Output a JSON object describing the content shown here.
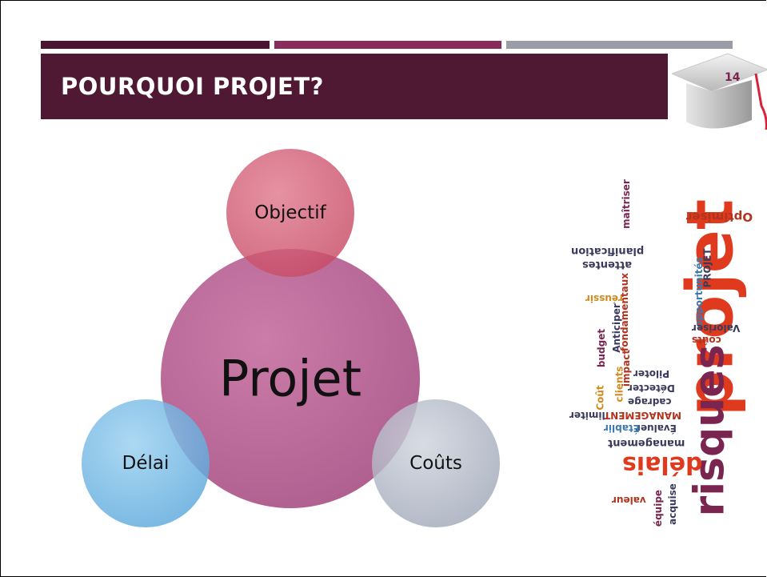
{
  "slide": {
    "title": "POURQUOI PROJET?",
    "page_number": "14"
  },
  "diagram": {
    "center": "Projet",
    "top": "Objectif",
    "left": "Délai",
    "right": "Coûts"
  },
  "colors": {
    "title_band": "#4f1833",
    "stripe_1": "#4a1530",
    "stripe_2": "#8a2b5e",
    "stripe_3": "#9a9ca6",
    "circle_center": "#b0518a",
    "circle_objectif": "#d35a74",
    "circle_delai": "#7bbde6",
    "circle_couts": "#b6bcc8"
  },
  "word_cloud": {
    "words": [
      {
        "text": "projet",
        "color": "#e03a1e",
        "rot": "-90"
      },
      {
        "text": "risques",
        "color": "#7a2450",
        "rot": "-90"
      },
      {
        "text": "délais",
        "color": "#e03a1e",
        "rot": "180"
      },
      {
        "text": "Optimiser",
        "color": "#b0341e",
        "rot": "180"
      },
      {
        "text": "maîtriser",
        "color": "#7a2450",
        "rot": "-90"
      },
      {
        "text": "planification",
        "color": "#3a3a5c",
        "rot": "180"
      },
      {
        "text": "attentes",
        "color": "#3a3a5c",
        "rot": "180"
      },
      {
        "text": "fondamentaux",
        "color": "#b0341e",
        "rot": "-90"
      },
      {
        "text": "opportunités",
        "color": "#3a7ab0",
        "rot": "-90"
      },
      {
        "text": "PROJET",
        "color": "#3a3a5c",
        "rot": "-90"
      },
      {
        "text": "réussir",
        "color": "#d08a1e",
        "rot": "180"
      },
      {
        "text": "Valoriser",
        "color": "#3a3a5c",
        "rot": "180"
      },
      {
        "text": "coûts",
        "color": "#b0341e",
        "rot": "180"
      },
      {
        "text": "Anticiper",
        "color": "#3a3a5c",
        "rot": "-90"
      },
      {
        "text": "budget",
        "color": "#7a2450",
        "rot": "-90"
      },
      {
        "text": "impact",
        "color": "#b0341e",
        "rot": "-90"
      },
      {
        "text": "Piloter",
        "color": "#3a3a5c",
        "rot": "180"
      },
      {
        "text": "Détecter",
        "color": "#3a3a5c",
        "rot": "180"
      },
      {
        "text": "clients",
        "color": "#d08a1e",
        "rot": "-90"
      },
      {
        "text": "cadrage",
        "color": "#3a3a5c",
        "rot": "180"
      },
      {
        "text": "Coût",
        "color": "#d08a1e",
        "rot": "-90"
      },
      {
        "text": "MANAGEMENT",
        "color": "#b0341e",
        "rot": "180"
      },
      {
        "text": "limiter",
        "color": "#3a3a5c",
        "rot": "180"
      },
      {
        "text": "Évaluer",
        "color": "#3a3a5c",
        "rot": "180"
      },
      {
        "text": "Établir",
        "color": "#3a7ab0",
        "rot": "180"
      },
      {
        "text": "management",
        "color": "#3a3a5c",
        "rot": "180"
      },
      {
        "text": "valeur",
        "color": "#b0341e",
        "rot": "180"
      },
      {
        "text": "équipe",
        "color": "#7a2450",
        "rot": "-90"
      },
      {
        "text": "acquise",
        "color": "#3a3a5c",
        "rot": "-90"
      }
    ]
  }
}
